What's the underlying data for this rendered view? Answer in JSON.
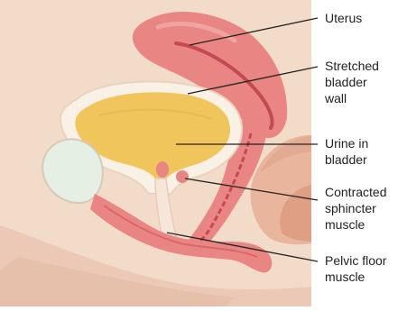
{
  "diagram": {
    "labels": [
      {
        "key": "uterus",
        "lines": [
          "Uterus"
        ]
      },
      {
        "key": "bladder_wall",
        "lines": [
          "Stretched",
          "bladder",
          "wall"
        ]
      },
      {
        "key": "urine",
        "lines": [
          "Urine in",
          "bladder"
        ]
      },
      {
        "key": "sphincter",
        "lines": [
          "Contracted",
          "sphincter",
          "muscle"
        ]
      },
      {
        "key": "pelvic_floor",
        "lines": [
          "Pelvic floor",
          "muscle"
        ]
      }
    ],
    "colors": {
      "background": "#f2dcc9",
      "tissue": "#f6e6da",
      "tissue_shadow": "#e9cbb8",
      "bladder_wall": "#f9f0e6",
      "urine": "#f0c55c",
      "muscle": "#e98683",
      "muscle_dark": "#d45a5c",
      "pubic_bone": "#e6efe4",
      "leader_line": "#222222"
    }
  }
}
